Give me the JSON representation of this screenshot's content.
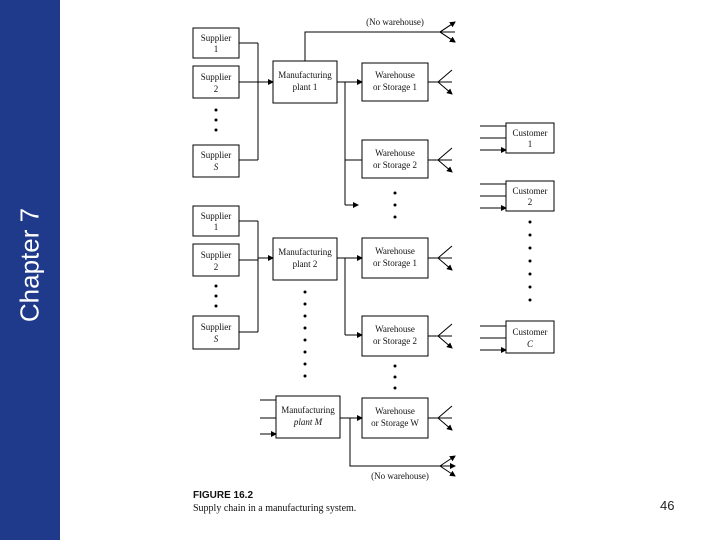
{
  "slide": {
    "sidebar_title": "Chapter 7",
    "page_number": "46",
    "accent_color": "#1f3a8a"
  },
  "figure": {
    "caption_title": "FIGURE 16.2",
    "caption_text": "Supply chain in a manufacturing system.",
    "no_warehouse_top": "(No warehouse)",
    "no_warehouse_bottom": "(No warehouse)",
    "suppliers_group1": [
      {
        "line1": "Supplier",
        "line2": "1"
      },
      {
        "line1": "Supplier",
        "line2": "2"
      },
      {
        "line1": "Supplier",
        "line2": "S"
      }
    ],
    "suppliers_group2": [
      {
        "line1": "Supplier",
        "line2": "1"
      },
      {
        "line1": "Supplier",
        "line2": "2"
      },
      {
        "line1": "Supplier",
        "line2": "S"
      }
    ],
    "plants": [
      {
        "line1": "Manufacturing",
        "line2": "plant 1"
      },
      {
        "line1": "Manufacturing",
        "line2": "plant 2"
      },
      {
        "line1": "Manufacturing",
        "line2": "plant M"
      }
    ],
    "warehouses": [
      {
        "line1": "Warehouse",
        "line2": "or Storage 1"
      },
      {
        "line1": "Warehouse",
        "line2": "or Storage 2"
      },
      {
        "line1": "Warehouse",
        "line2": "or Storage 1"
      },
      {
        "line1": "Warehouse",
        "line2": "or Storage 2"
      },
      {
        "line1": "Warehouse",
        "line2": "or Storage W"
      }
    ],
    "customers": [
      {
        "line1": "Customer",
        "line2": "1"
      },
      {
        "line1": "Customer",
        "line2": "2"
      },
      {
        "line1": "Customer",
        "line2": "C"
      }
    ]
  }
}
